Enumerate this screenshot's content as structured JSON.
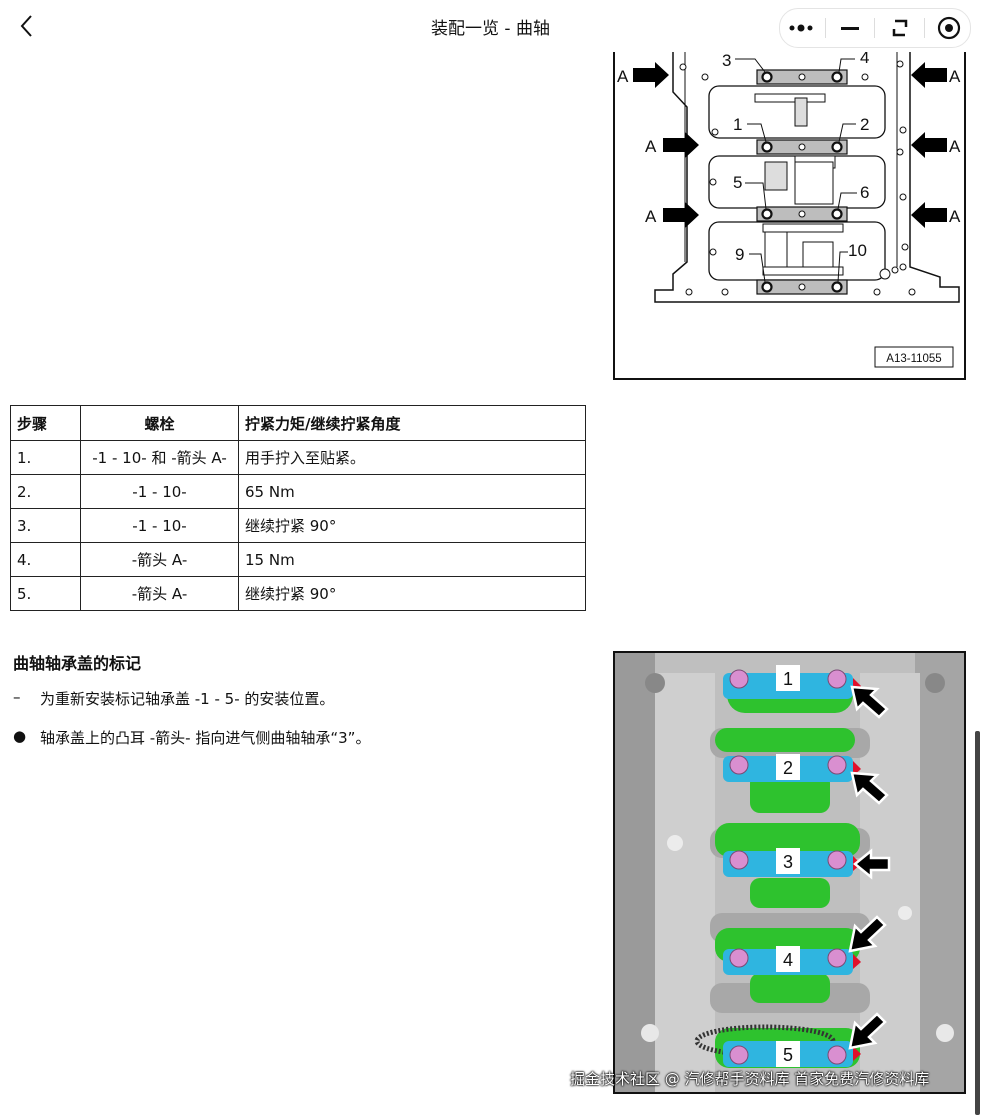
{
  "header": {
    "title": "装配一览 - 曲轴",
    "back_icon": "chevron-left-icon",
    "menu_icons": [
      "more-dots-icon",
      "minimize-icon",
      "rotate-icon",
      "record-target-icon"
    ]
  },
  "figure1": {
    "ref_code": "A13-11055",
    "labels": {
      "a": "A",
      "n1": "1",
      "n2": "2",
      "n3": "3",
      "n4": "4",
      "n5": "5",
      "n6": "6",
      "n9": "9",
      "n10": "10"
    }
  },
  "table": {
    "headers": [
      "步骤",
      "螺栓",
      "拧紧力矩/继续拧紧角度"
    ],
    "rows": [
      [
        "1.",
        "-1 - 10- 和 -箭头 A-",
        "用手拧入至贴紧。"
      ],
      [
        "2.",
        "-1 - 10-",
        "65 Nm"
      ],
      [
        "3.",
        "-1 - 10-",
        "继续拧紧 90°"
      ],
      [
        "4.",
        "-箭头 A-",
        "15 Nm"
      ],
      [
        "5.",
        "-箭头 A-",
        "继续拧紧 90°"
      ]
    ]
  },
  "section": {
    "title": "曲轴轴承盖的标记",
    "items": [
      {
        "mark": "–",
        "text": "为重新安装标记轴承盖 -1 - 5- 的安装位置。"
      },
      {
        "mark": "●",
        "text": "轴承盖上的凸耳 -箭头- 指向进气侧曲轴轴承“3”。"
      }
    ]
  },
  "figure2": {
    "cap_labels": [
      "1",
      "2",
      "3",
      "4",
      "5"
    ],
    "colors": {
      "cap": "#2fb5e0",
      "bolt": "#d98fd0",
      "crank": "#2ec22e",
      "arrow": "#000000",
      "tab": "#e0102a"
    }
  },
  "watermark": "掘金技术社区 @ 汽修帮手资料库   首家免费汽修资料库"
}
